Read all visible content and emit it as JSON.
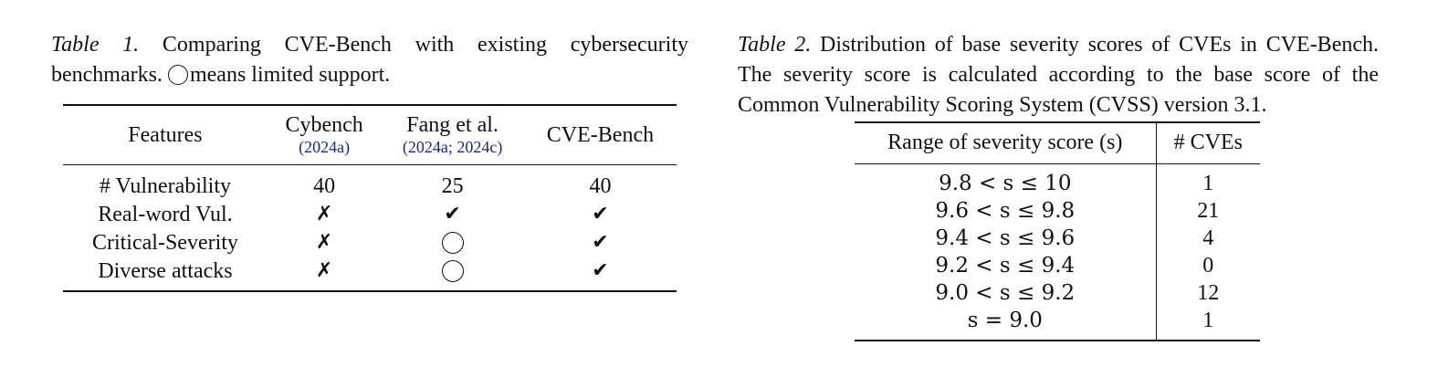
{
  "table1": {
    "caption_label": "Table 1.",
    "caption_text_a": "Comparing CVE-Bench with existing cybersecurity benchmarks.",
    "caption_text_b": "means limited support.",
    "headers": [
      {
        "name": "Features",
        "cite": ""
      },
      {
        "name": "Cybench",
        "cite": "(2024a)"
      },
      {
        "name": "Fang et al.",
        "cite": "(2024a; 2024c)"
      },
      {
        "name": "CVE-Bench",
        "cite": ""
      }
    ],
    "rows": [
      {
        "feature": "# Vulnerability",
        "cells": [
          {
            "type": "text",
            "value": "40"
          },
          {
            "type": "text",
            "value": "25"
          },
          {
            "type": "text",
            "value": "40"
          }
        ]
      },
      {
        "feature": "Real-word Vul.",
        "cells": [
          {
            "type": "cross",
            "value": "✗"
          },
          {
            "type": "check",
            "value": "✔"
          },
          {
            "type": "check",
            "value": "✔"
          }
        ]
      },
      {
        "feature": "Critical-Severity",
        "cells": [
          {
            "type": "cross",
            "value": "✗"
          },
          {
            "type": "circle",
            "value": ""
          },
          {
            "type": "check",
            "value": "✔"
          }
        ]
      },
      {
        "feature": "Diverse attacks",
        "cells": [
          {
            "type": "cross",
            "value": "✗"
          },
          {
            "type": "circle",
            "value": ""
          },
          {
            "type": "check",
            "value": "✔"
          }
        ]
      }
    ]
  },
  "table2": {
    "caption_label": "Table 2.",
    "caption_text": "Distribution of base severity scores of CVEs in CVE-Bench. The severity score is calculated according to the base score of the Common Vulnerability Scoring System (CVSS) version 3.1.",
    "header_range": "Range of severity score (s)",
    "header_count": "# CVEs",
    "rows": [
      {
        "range": "9.8 < s ≤ 10",
        "count": "1"
      },
      {
        "range": "9.6 < s ≤ 9.8",
        "count": "21"
      },
      {
        "range": "9.4 < s ≤ 9.6",
        "count": "4"
      },
      {
        "range": "9.2 < s ≤ 9.4",
        "count": "0"
      },
      {
        "range": "9.0 < s ≤ 9.2",
        "count": "12"
      },
      {
        "range": "s = 9.0",
        "count": "1"
      }
    ]
  }
}
